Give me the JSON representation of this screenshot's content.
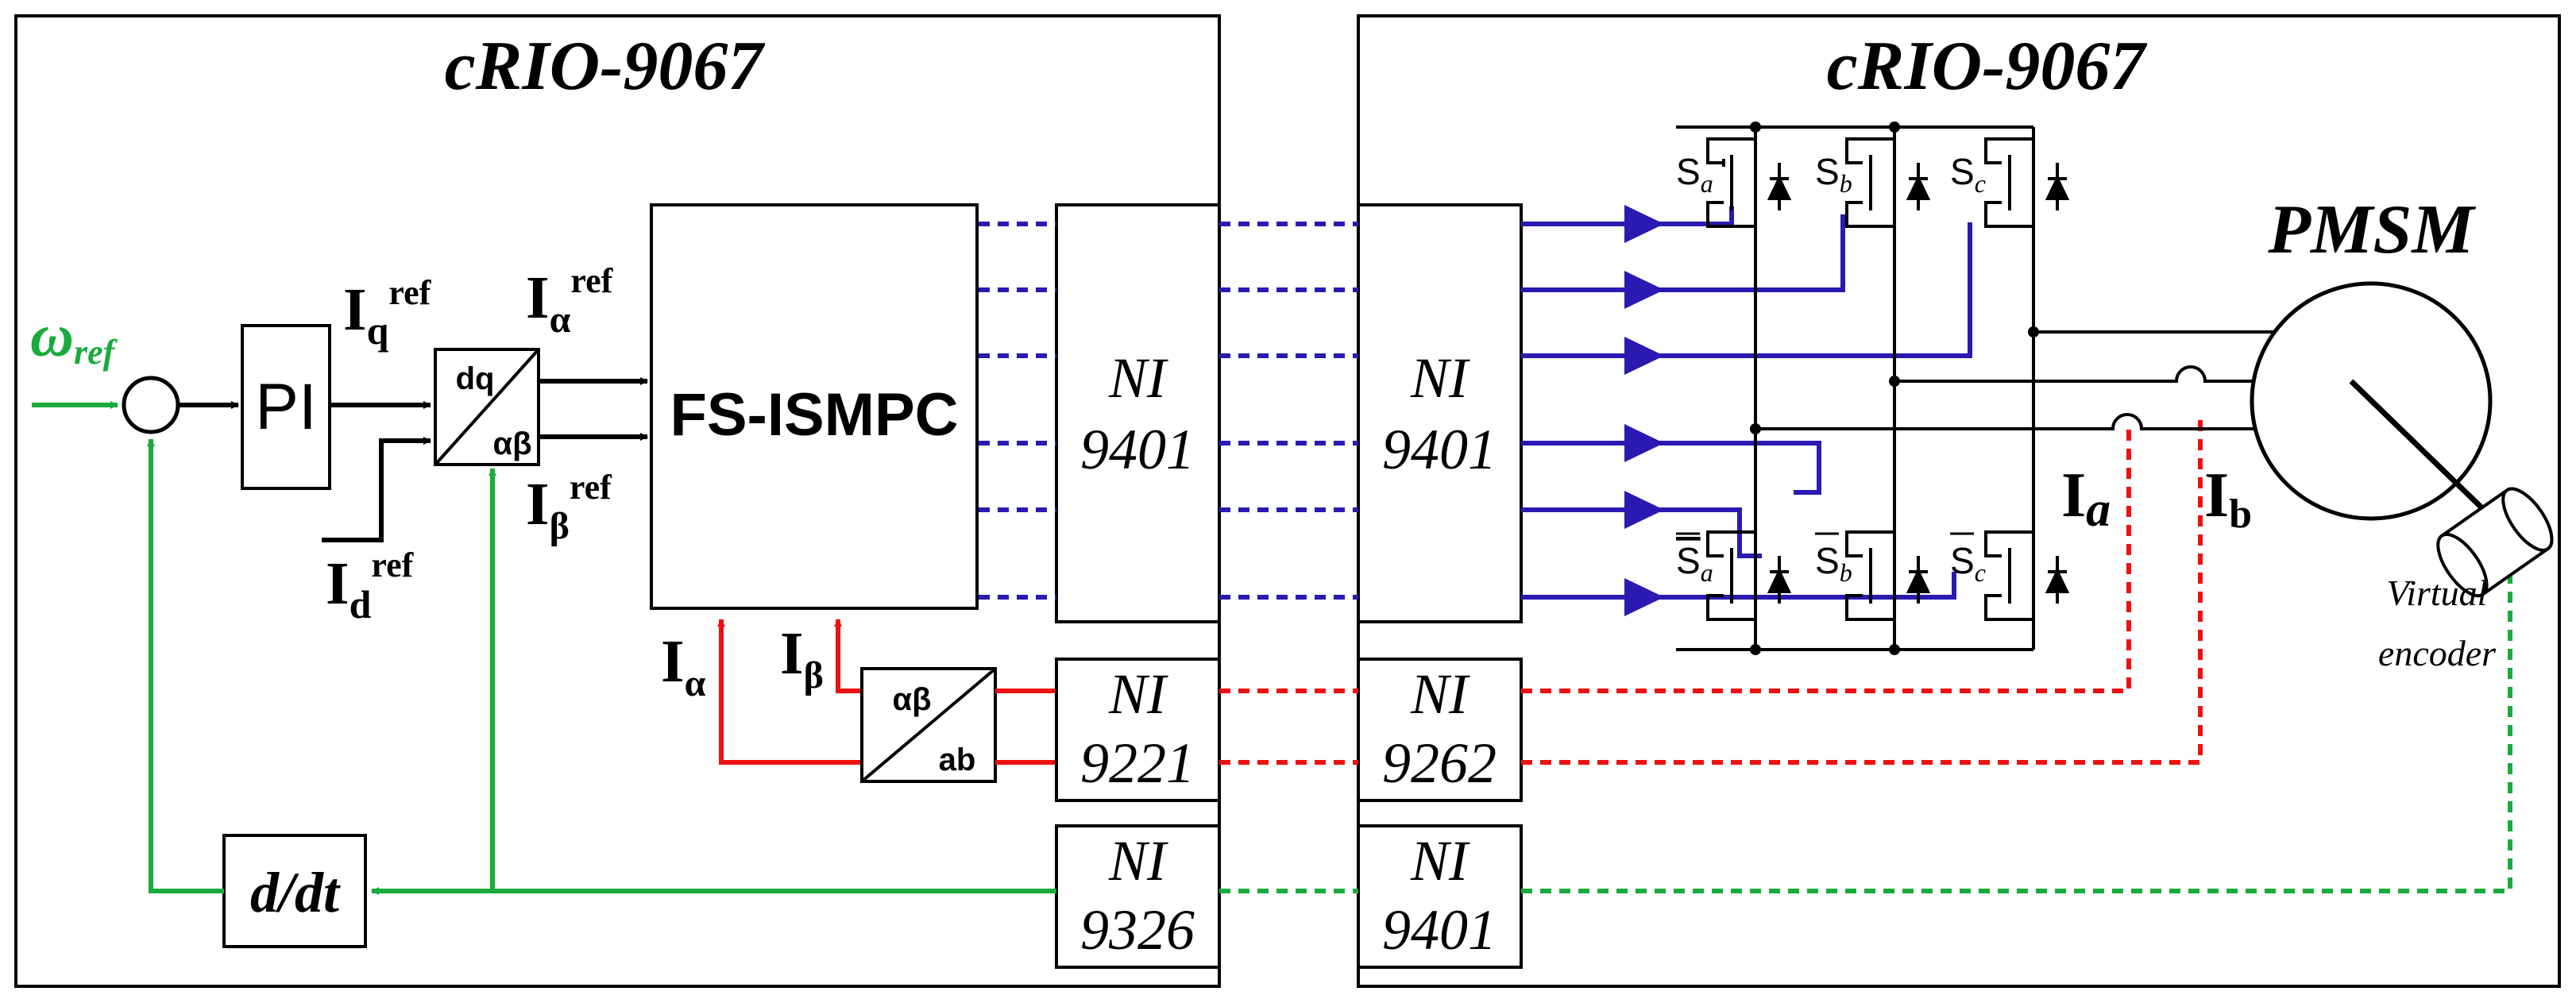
{
  "panels": {
    "left_title": "cRIO-9067",
    "right_title": "cRIO-9067"
  },
  "blocks": {
    "pi": "PI",
    "dq_top": "dq",
    "dq_bottom": "αβ",
    "controller": "FS-ISMPC",
    "ab_top": "αβ",
    "ab_bottom": "ab",
    "derivative": "d/dt",
    "motor": "PMSM",
    "encoder_line1": "Virtual",
    "encoder_line2": "encoder"
  },
  "modules": {
    "left_dio_name": "NI",
    "left_dio_num": "9401",
    "right_dio_name": "NI",
    "right_dio_num": "9401",
    "adc_name": "NI",
    "adc_num": "9221",
    "dac_name": "NI",
    "dac_num": "9262",
    "counter_name": "NI",
    "counter_num": "9326",
    "enc_dio_name": "NI",
    "enc_dio_num": "9401"
  },
  "signals": {
    "omega_ref_symbol": "ω",
    "omega_ref_sub": "ref",
    "iq_ref": "I",
    "iq_sub": "q",
    "iq_sup": "ref",
    "id_ref": "I",
    "id_sub": "d",
    "id_sup": "ref",
    "ialpha_ref": "I",
    "ialpha_sub": "α",
    "ialpha_sup": "ref",
    "ibeta_ref": "I",
    "ibeta_sub": "β",
    "ibeta_sup": "ref",
    "ialpha": "I",
    "ialpha_meas_sub": "α",
    "ibeta": "I",
    "ibeta_meas_sub": "β",
    "ia": "I",
    "ia_sub": "a",
    "ib": "I",
    "ib_sub": "b"
  },
  "switches": {
    "sa": "S",
    "sa_sub": "a",
    "sb": "S",
    "sb_sub": "b",
    "sc": "S",
    "sc_sub": "c",
    "sa_bar": "S",
    "sb_bar": "S",
    "sc_bar": "S"
  },
  "colors": {
    "feedback_green": "#1aab3c",
    "current_red": "#ee1111",
    "gate_blue": "#2a1ab2",
    "line_black": "#000000"
  }
}
